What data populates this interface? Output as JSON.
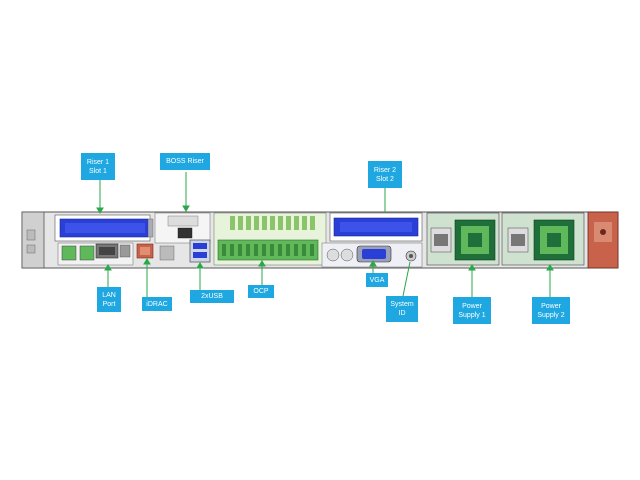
{
  "diagram": {
    "colors": {
      "callout": "#1ea7e1",
      "chassis": "#d9d9d9",
      "riser": "#2a3fd6",
      "green_board": "#5fb85a",
      "psu": "#1f6f3a",
      "orange_panel": "#c8624a",
      "leader": "#2aa84a"
    },
    "callouts": {
      "riser1": [
        "Riser 1",
        "Slot 1"
      ],
      "boss": [
        "BOSS Riser"
      ],
      "riser2": [
        "Riser 2",
        "Slot 2"
      ],
      "lan": [
        "LAN",
        "Port"
      ],
      "idrac": [
        "iDRAC"
      ],
      "usb": [
        "2xUSB"
      ],
      "ocp": [
        "OCP"
      ],
      "vga": [
        "VGA"
      ],
      "sysid": [
        "System",
        "ID"
      ],
      "psu1": [
        "Power",
        "Supply 1"
      ],
      "psu2": [
        "Power",
        "Supply 2"
      ]
    }
  }
}
